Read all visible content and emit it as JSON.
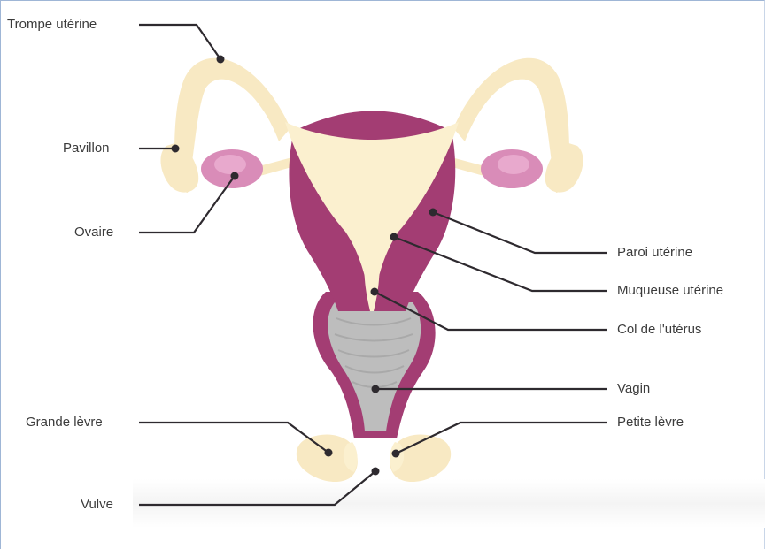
{
  "labels": {
    "trompe": "Trompe utérine",
    "pavillon": "Pavillon",
    "ovaire": "Ovaire",
    "grande_levre": "Grande lèvre",
    "vulve": "Vulve",
    "paroi": "Paroi utérine",
    "muqueuse": "Muqueuse utérine",
    "col": "Col de l'utérus",
    "vagin": "Vagin",
    "petite_levre": "Petite lèvre"
  },
  "colors": {
    "wall": "#a33d73",
    "mucosa": "#fbf0cf",
    "tube": "#f8e9c3",
    "ovary": "#d98cb8",
    "vagina": "#bdbdbd",
    "leader": "#2e2a2f"
  }
}
